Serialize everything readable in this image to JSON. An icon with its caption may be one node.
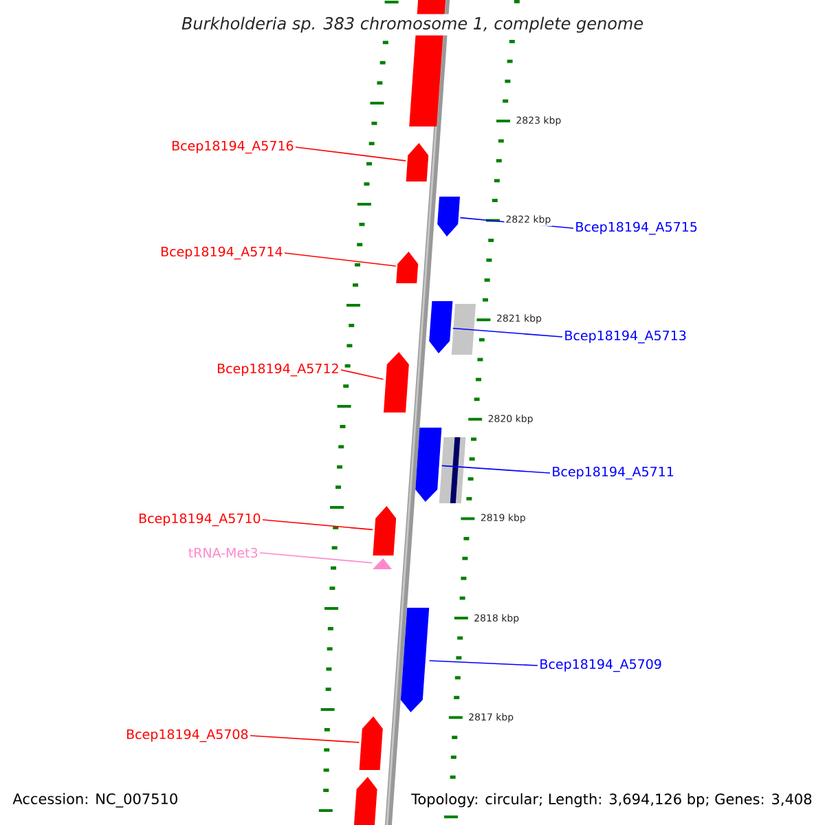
{
  "diagram": {
    "title": "Burkholderia sp. 383 chromosome 1, complete genome",
    "nodes": [
      {
        "text": [
          "Bcep18194_A5716"
        ]
      },
      {
        "text": [
          "Bcep18194_A5715"
        ]
      },
      {
        "text": [
          "Bcep18194_A5714"
        ]
      },
      {
        "text": [
          "Bcep18194_A5713"
        ]
      },
      {
        "text": [
          "Bcep18194_A5712"
        ]
      },
      {
        "text": [
          "Bcep18194_A5711"
        ]
      },
      {
        "text": [
          "Bcep18194_A5710"
        ]
      },
      {
        "text": [
          "tRNA-Met3"
        ]
      },
      {
        "text": [
          "Bcep18194_A5709"
        ]
      },
      {
        "text": [
          "Bcep18194_A5708"
        ]
      },
      {
        "text": [],
        "shape": "arrow"
      },
      {
        "text": [],
        "shape": "arrow"
      },
      {
        "text": [],
        "shape": "arrow"
      },
      {
        "text": [],
        "shape": "arrow"
      },
      {
        "text": [],
        "shape": "arrow"
      },
      {
        "text": [],
        "shape": "arrow"
      },
      {
        "text": [],
        "shape": "arrow"
      },
      {
        "text": [],
        "shape": "triangle"
      },
      {
        "text": [],
        "shape": "arrow"
      },
      {
        "text": [],
        "shape": "arrow"
      },
      {
        "text": [],
        "shape": "bar"
      },
      {
        "text": [],
        "shape": "bar"
      },
      {
        "text": [],
        "shape": "bar"
      },
      {
        "text": [],
        "shape": "arrow"
      }
    ],
    "edges": [
      {
        "from": 0,
        "to": 10,
        "arrow": "none"
      },
      {
        "from": 1,
        "to": 11,
        "arrow": "none",
        "color": "#0000ff"
      },
      {
        "from": 2,
        "to": 12,
        "arrow": "none"
      },
      {
        "from": 3,
        "to": 13,
        "arrow": "none",
        "color": "#0000ff"
      },
      {
        "from": 4,
        "to": 14,
        "arrow": "none"
      },
      {
        "from": 5,
        "to": 15,
        "arrow": "none",
        "color": "#0000ff"
      },
      {
        "from": 6,
        "to": 16,
        "arrow": "none"
      },
      {
        "from": 7,
        "to": 17,
        "arrow": "none",
        "color": "#ff88cc"
      },
      {
        "from": 8,
        "to": 18,
        "arrow": "none",
        "color": "#0000ff"
      },
      {
        "from": 9,
        "to": 19,
        "arrow": "none"
      }
    ],
    "labels": [
      "2823 kbp",
      "2822 kbp",
      "2821 kbp",
      "2820 kbp",
      "2819 kbp",
      "2818 kbp",
      "2817 kbp",
      "Accession: NC_007510",
      "Topology: circular; Length: 3,694,126 bp; Genes: 3,408"
    ]
  }
}
